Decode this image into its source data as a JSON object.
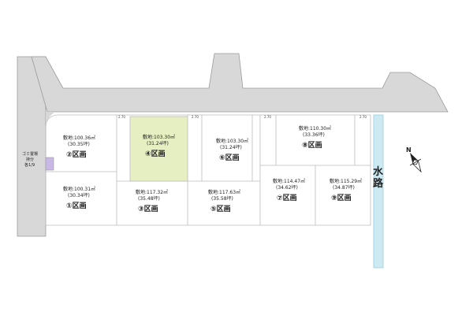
{
  "colors": {
    "road": "#d8d8d8",
    "road_edge": "#9a9a9a",
    "lot_fill": "#ffffff",
    "lot_line": "#bdbdbd",
    "highlight": "#e6efc2",
    "waterway": "#cde9f2",
    "waterway_edge": "#9ccfe0",
    "garbage_box": "#c9b7e6"
  },
  "width_ticks": [
    "2.70",
    "2.70",
    "2.70",
    "2.70"
  ],
  "garbage_station": {
    "line1": "ゴミ置場",
    "line2": "持分",
    "line3": "各1/9"
  },
  "waterway_label": {
    "char1": "水",
    "char2": "路"
  },
  "compass": {
    "label": "N",
    "icon": "north-arrow-icon"
  },
  "lots": [
    {
      "id": 2,
      "area": "敷地:100.36㎡",
      "tsubo": "(30.35坪)",
      "label": "②区画",
      "highlighted": false
    },
    {
      "id": 4,
      "area": "敷地:103.30㎡",
      "tsubo": "(31.24坪)",
      "label": "④区画",
      "highlighted": true
    },
    {
      "id": 6,
      "area": "敷地:103.30㎡",
      "tsubo": "(31.24坪)",
      "label": "⑥区画",
      "highlighted": false
    },
    {
      "id": 8,
      "area": "敷地:110.30㎡",
      "tsubo": "(33.36坪)",
      "label": "⑧区画",
      "highlighted": false
    },
    {
      "id": 1,
      "area": "敷地:100.31㎡",
      "tsubo": "(30.34坪)",
      "label": "①区画",
      "highlighted": false
    },
    {
      "id": 3,
      "area": "敷地:117.32㎡",
      "tsubo": "(35.48坪)",
      "label": "③区画",
      "highlighted": false
    },
    {
      "id": 5,
      "area": "敷地:117.63㎡",
      "tsubo": "(35.58坪)",
      "label": "⑤区画",
      "highlighted": false
    },
    {
      "id": 7,
      "area": "敷地:114.47㎡",
      "tsubo": "(34.62坪)",
      "label": "⑦区画",
      "highlighted": false
    },
    {
      "id": 9,
      "area": "敷地:115.29㎡",
      "tsubo": "(34.87坪)",
      "label": "⑨区画",
      "highlighted": false
    }
  ]
}
